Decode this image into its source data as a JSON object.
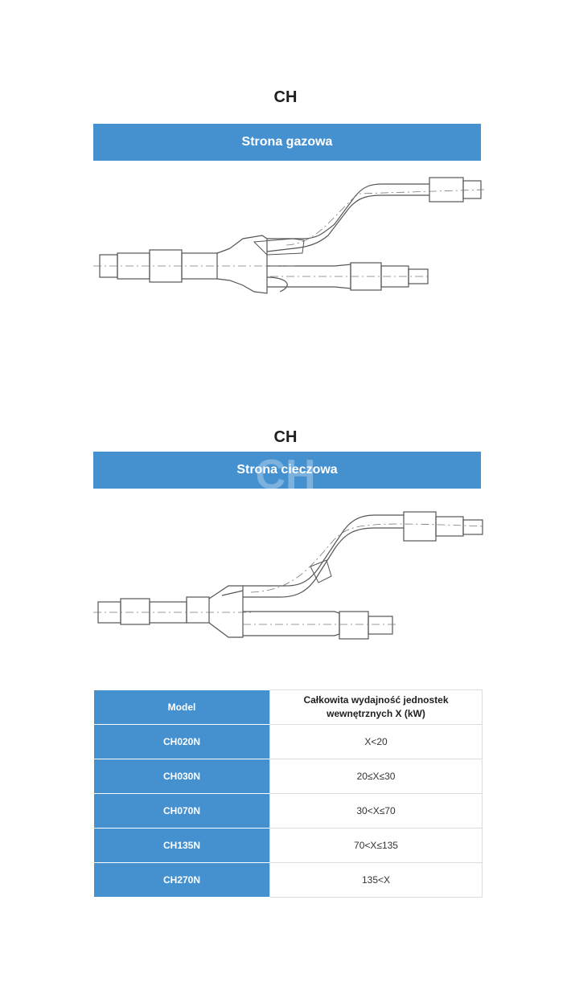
{
  "section1": {
    "title": "CH",
    "band": "Strona gazowa"
  },
  "section2": {
    "title": "CH",
    "band": "Strona cieczowa"
  },
  "watermark": {
    "text": "CH"
  },
  "table": {
    "headers": [
      "Model",
      "Całkowita wydajność jednostek wewnętrznych X (kW)"
    ],
    "rows": [
      {
        "model": "CH020N",
        "range": "X<20"
      },
      {
        "model": "CH030N",
        "range": "20≤X≤30"
      },
      {
        "model": "CH070N",
        "range": "30<X≤70"
      },
      {
        "model": "CH135N",
        "range": "70<X≤135"
      },
      {
        "model": "CH270N",
        "range": "135<X"
      }
    ]
  },
  "colors": {
    "accent": "#4591cf",
    "text": "#1e1e1e",
    "line": "#555555"
  }
}
